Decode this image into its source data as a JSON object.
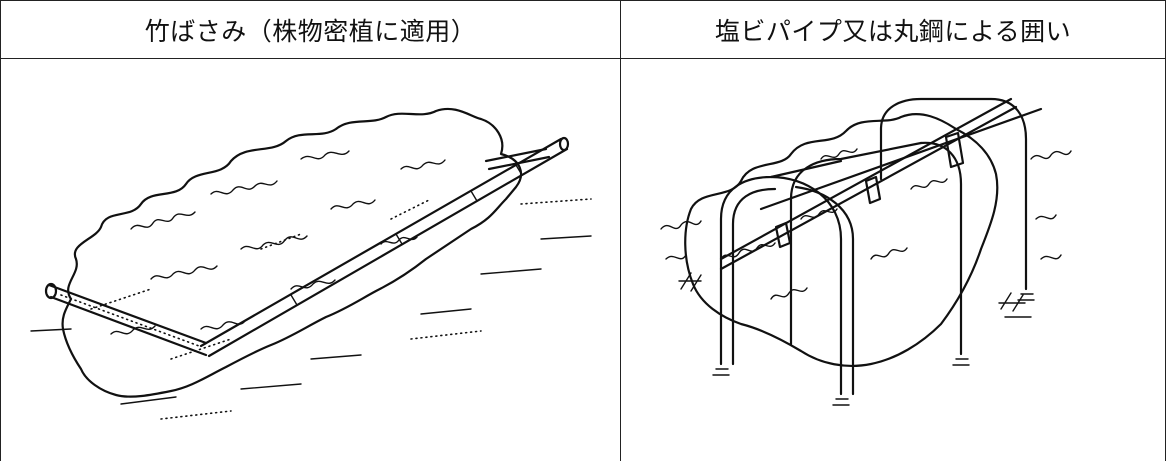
{
  "table": {
    "columns": [
      {
        "header": "竹ばさみ（株物密植に適用）",
        "illustration": "bamboo-clamp-illustration"
      },
      {
        "header": "塩ビパイプ又は丸鋼による囲い",
        "illustration": "pipe-enclosure-illustration"
      }
    ]
  },
  "colors": {
    "line": "#222222",
    "ink": "#111111",
    "background": "#ffffff"
  }
}
